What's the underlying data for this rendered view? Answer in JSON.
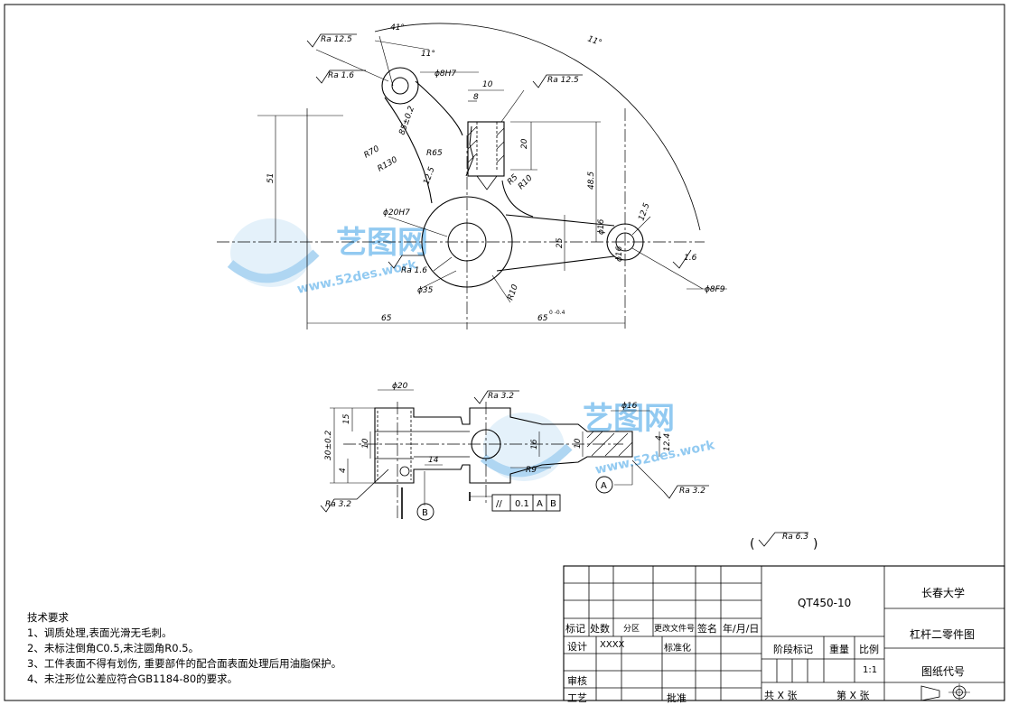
{
  "dimensions": {
    "angle_41": "41°",
    "angle_11": "11°",
    "angle_11_large": "11°",
    "hole_8h7": "ϕ8H7",
    "width_10": "10",
    "depth_8": "8",
    "height_20": "20",
    "height_51": "51",
    "height_48_5": "48.5",
    "height_25": "25",
    "r70": "R70",
    "r130": "R130",
    "r65": "R65",
    "r5": "R5",
    "r10": "R10",
    "r10_lower": "R10",
    "dist_35": "85±0.2",
    "dim_12_5a": "12.5",
    "dim_12_5b": "12.5",
    "hole_20h7": "ϕ20H7",
    "dia_35": "ϕ35",
    "hole_8f9": "ϕ8F9",
    "dim_65_left": "65",
    "dim_65_right": "65",
    "tol_65": "0\n-0.4",
    "dia_20_side": "ϕ20",
    "dim_30": "30±0.2",
    "dim_15": "15",
    "dim_10_left": "10",
    "dim_4": "4",
    "dim_14": "14",
    "dim_16": "16",
    "dim_10_right": "10",
    "dim_12_4": "12.4",
    "r9": "R9",
    "dia_16": "ϕ16",
    "dia_16_center": "ϕ16",
    "dim_4_r": "4"
  },
  "roughness": {
    "ra12_5_a": "Ra 12.5",
    "ra1_6_a": "Ra 1.6",
    "ra12_5_b": "Ra 12.5",
    "ra1_6_b": "Ra 1.6",
    "ra1_6_c": "1.6",
    "ra3_2_top": "Ra 3.2",
    "ra3_2_left": "Ra 3.2",
    "ra3_2_right": "Ra 3.2",
    "ra6_3_general": "Ra 6.3"
  },
  "datums": {
    "a": "A",
    "b": "B"
  },
  "tolerance_frame": {
    "symbol": "//",
    "value": "0.1",
    "datum1": "A",
    "datum2": "B"
  },
  "technical_requirements": {
    "title": "技术要求",
    "items": [
      "1、调质处理,表面光滑无毛刺。",
      "2、未标注倒角C0.5,未注圆角R0.5。",
      "3、工件表面不得有划伤, 重要部件的配合面表面处理后用油脂保护。",
      "4、未注形位公差应符合GB1184-80的要求。"
    ]
  },
  "title_block": {
    "material": "QT450-10",
    "company": "长春大学",
    "drawing_name": "杠杆二零件图",
    "drawing_no_label": "图纸代号",
    "marker": "标记",
    "count": "处数",
    "zone": "分区",
    "change_doc": "更改文件号",
    "signature": "签名",
    "date": "年/月/日",
    "design": "设计",
    "designer": "XXXX",
    "standardize": "标准化",
    "stage_mark": "阶段标记",
    "weight": "重量",
    "scale_label": "比例",
    "scale": "1:1",
    "review": "审核",
    "process": "工艺",
    "approve": "批准",
    "total_sheets": "共 X 张",
    "sheet_no": "第 X 张"
  },
  "watermark": {
    "brand": "艺图网",
    "url": "www.52des.work"
  }
}
